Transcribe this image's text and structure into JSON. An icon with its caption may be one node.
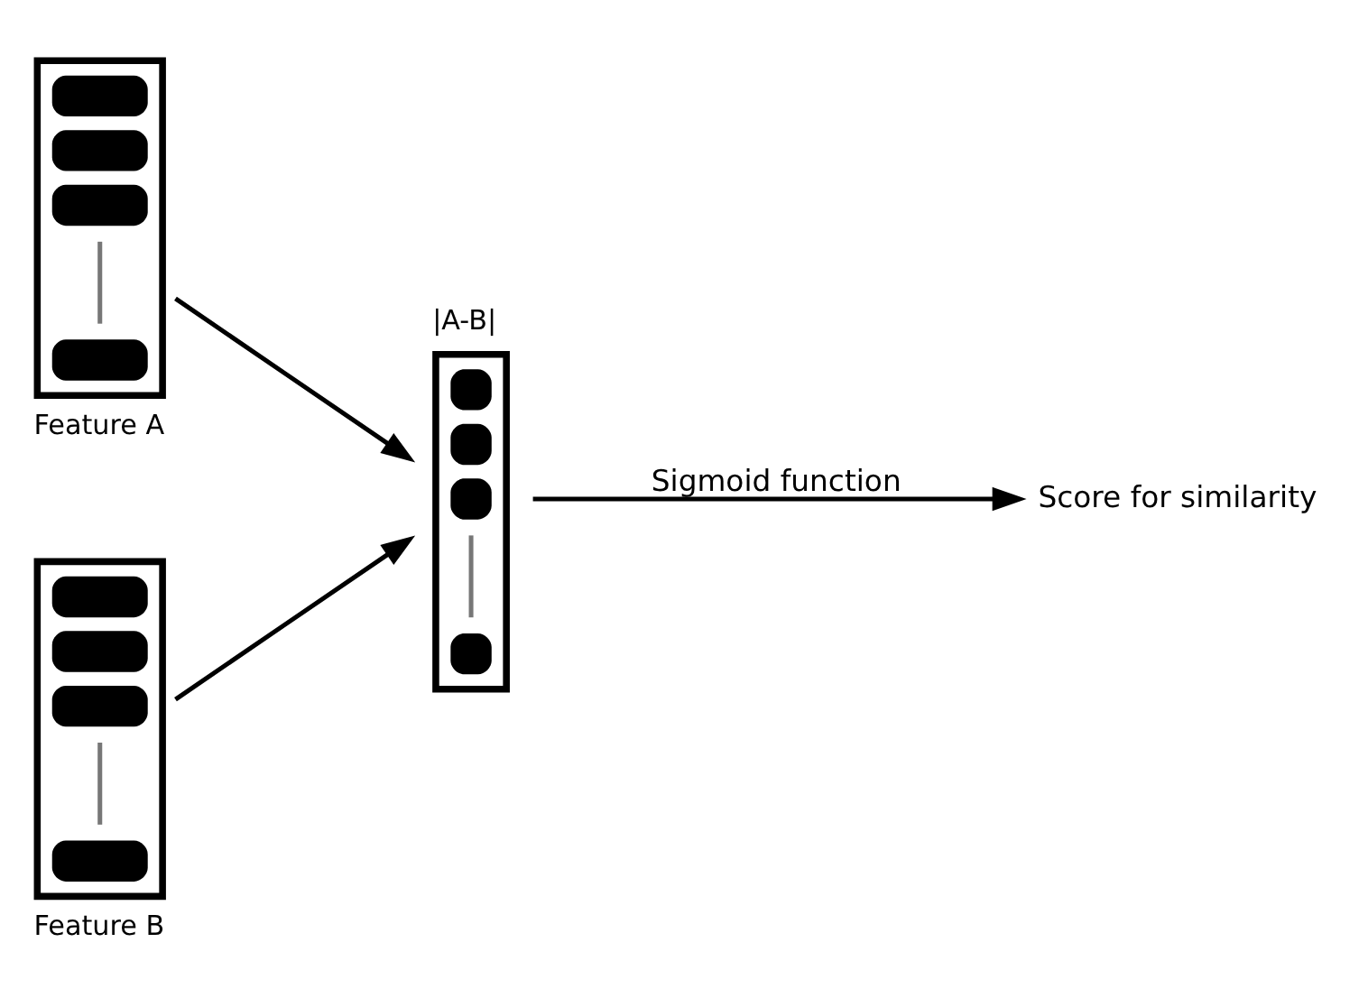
{
  "diagram": {
    "nodes": [
      {
        "text": [
          "Feature A"
        ]
      },
      {
        "text": [
          "Feature B"
        ]
      },
      {
        "text": [
          "|A-B|"
        ]
      },
      {
        "text": [
          "Score for similarity"
        ]
      }
    ],
    "edges": [
      {
        "from": 0,
        "to": 2,
        "arrow": "to"
      },
      {
        "from": 1,
        "to": 2,
        "arrow": "to"
      },
      {
        "from": 2,
        "to": 3,
        "arrow": "to",
        "label": "Sigmoid function"
      }
    ]
  }
}
